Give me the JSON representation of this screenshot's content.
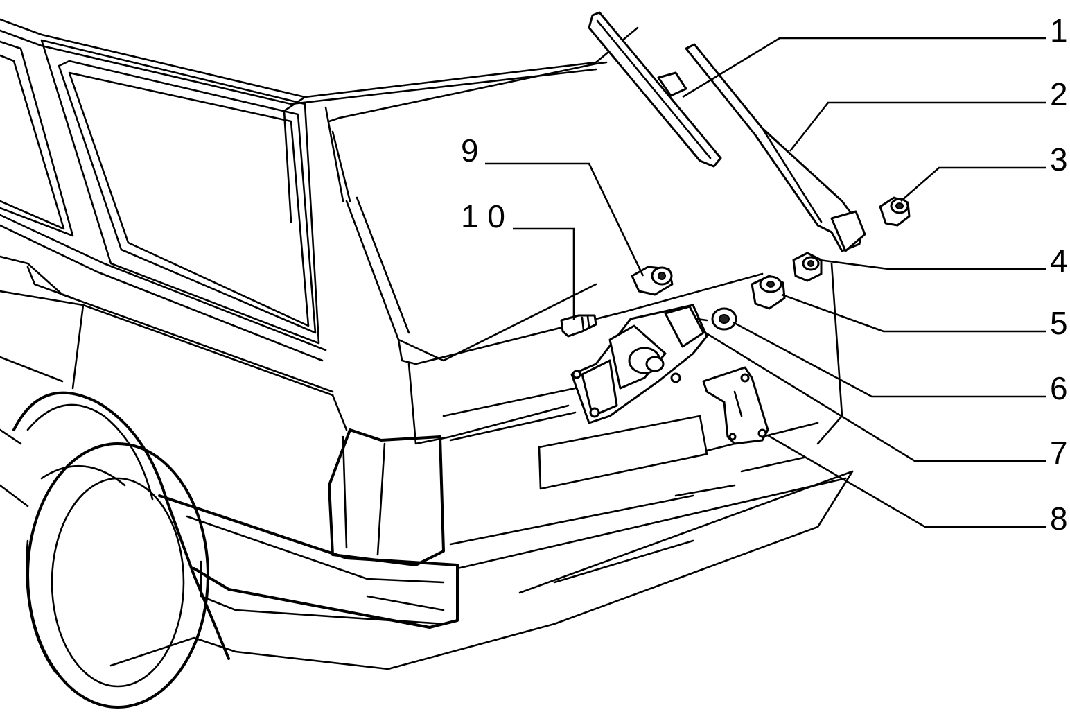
{
  "callouts": [
    {
      "id": "1",
      "label": "1"
    },
    {
      "id": "2",
      "label": "2"
    },
    {
      "id": "3",
      "label": "3"
    },
    {
      "id": "4",
      "label": "4"
    },
    {
      "id": "5",
      "label": "5"
    },
    {
      "id": "6",
      "label": "6"
    },
    {
      "id": "7",
      "label": "7"
    },
    {
      "id": "8",
      "label": "8"
    },
    {
      "id": "9",
      "label": "9"
    },
    {
      "id": "10",
      "label": "1 0"
    }
  ]
}
